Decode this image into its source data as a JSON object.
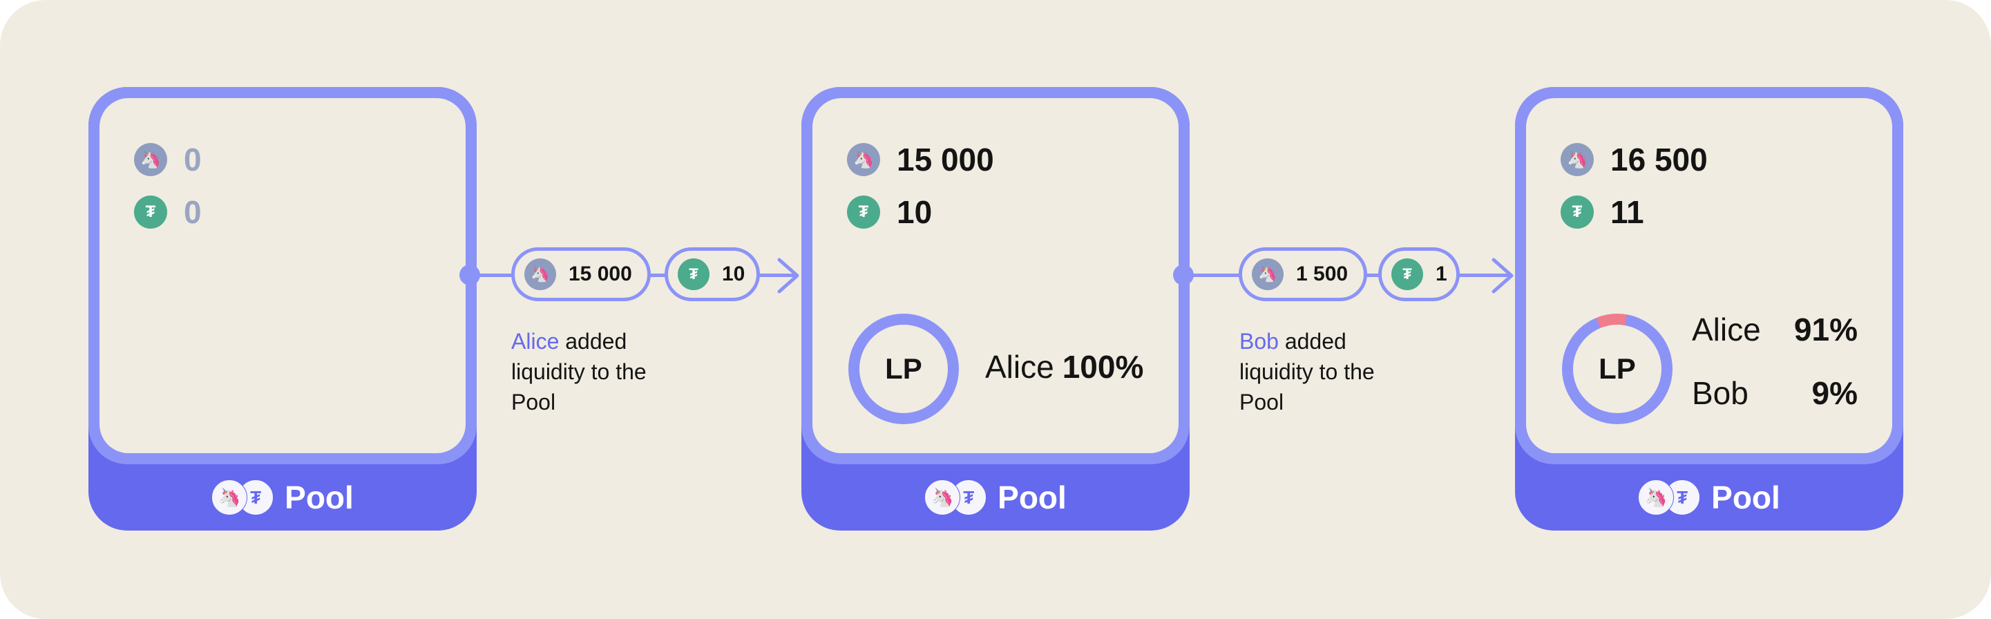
{
  "colors": {
    "background": "#f0ece1",
    "pool_frame": "#8b93f7",
    "pool_footer": "#6569ee",
    "accent_name": "#6569ee",
    "coin_gray": "#8e9cc0",
    "coin_green": "#4bab8c",
    "ring_alice": "#8b93f7",
    "ring_bob": "#f07c8c"
  },
  "icons": {
    "token_a": "unicorn-coin-icon",
    "token_b": "tether-coin-icon",
    "token_a_glyph": "🦄",
    "token_b_glyph": "₮",
    "logo_a_glyph": "🦄",
    "logo_b_glyph": "₮"
  },
  "pools": [
    {
      "label": "Pool",
      "token_a_amount": "0",
      "token_b_amount": "0"
    },
    {
      "label": "Pool",
      "token_a_amount": "15 000",
      "token_b_amount": "10",
      "lp_label": "LP",
      "holders": [
        {
          "name": "Alice",
          "share": "100%",
          "fraction": 1.0
        }
      ]
    },
    {
      "label": "Pool",
      "token_a_amount": "16 500",
      "token_b_amount": "11",
      "lp_label": "LP",
      "holders": [
        {
          "name": "Alice",
          "share": "91%",
          "fraction": 0.91
        },
        {
          "name": "Bob",
          "share": "9%",
          "fraction": 0.09
        }
      ]
    }
  ],
  "transfers": [
    {
      "token_a_amount": "15 000",
      "token_b_amount": "10",
      "caption_actor": "Alice",
      "caption_line1_rest": " added",
      "caption_line2": "liquidity to the",
      "caption_line3": "Pool"
    },
    {
      "token_a_amount": "1 500",
      "token_b_amount": "1",
      "caption_actor": "Bob",
      "caption_line1_rest": " added",
      "caption_line2": "liquidity to the",
      "caption_line3": "Pool"
    }
  ]
}
